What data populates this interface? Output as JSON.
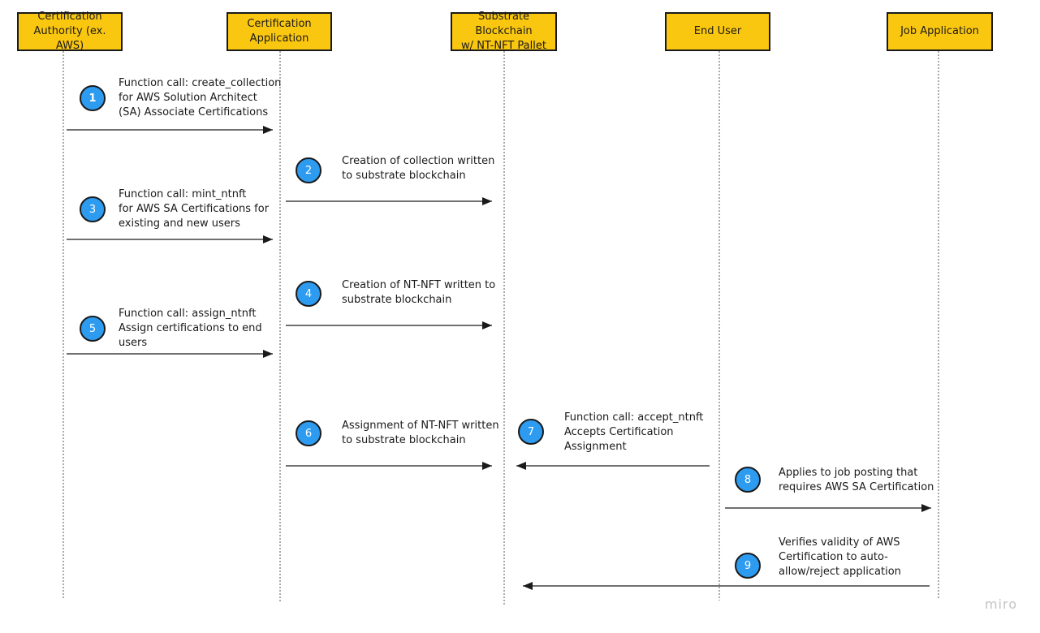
{
  "actors": [
    {
      "label": "Certification\nAuthority (ex. AWS)"
    },
    {
      "label": "Certification\nApplication"
    },
    {
      "label": "Substrate Blockchain\nw/ NT-NFT Pallet"
    },
    {
      "label": "End User"
    },
    {
      "label": "Job Application"
    }
  ],
  "steps": [
    {
      "number": "1",
      "label": "Function call: create_collection\nfor AWS Solution Architect\n(SA) Associate Certifications"
    },
    {
      "number": "2",
      "label": "Creation of collection written\nto substrate blockchain"
    },
    {
      "number": "3",
      "label": "Function call: mint_ntnft\nfor AWS SA Certifications for\nexisting and new users"
    },
    {
      "number": "4",
      "label": "Creation of NT-NFT written to\nsubstrate blockchain"
    },
    {
      "number": "5",
      "label": "Function call: assign_ntnft\nAssign certifications to end\nusers"
    },
    {
      "number": "6",
      "label": "Assignment of NT-NFT written\nto substrate blockchain"
    },
    {
      "number": "7",
      "label": "Function call: accept_ntnft\nAccepts Certification\nAssignment"
    },
    {
      "number": "8",
      "label": "Applies to job posting that\nrequires AWS SA Certification"
    },
    {
      "number": "9",
      "label": "Verifies validity of AWS\nCertification to auto-\nallow/reject application"
    }
  ],
  "colors": {
    "actor_fill": "#fac710",
    "badge_fill": "#2d9bf0",
    "line": "#1a1a1a"
  },
  "watermark": "miro"
}
